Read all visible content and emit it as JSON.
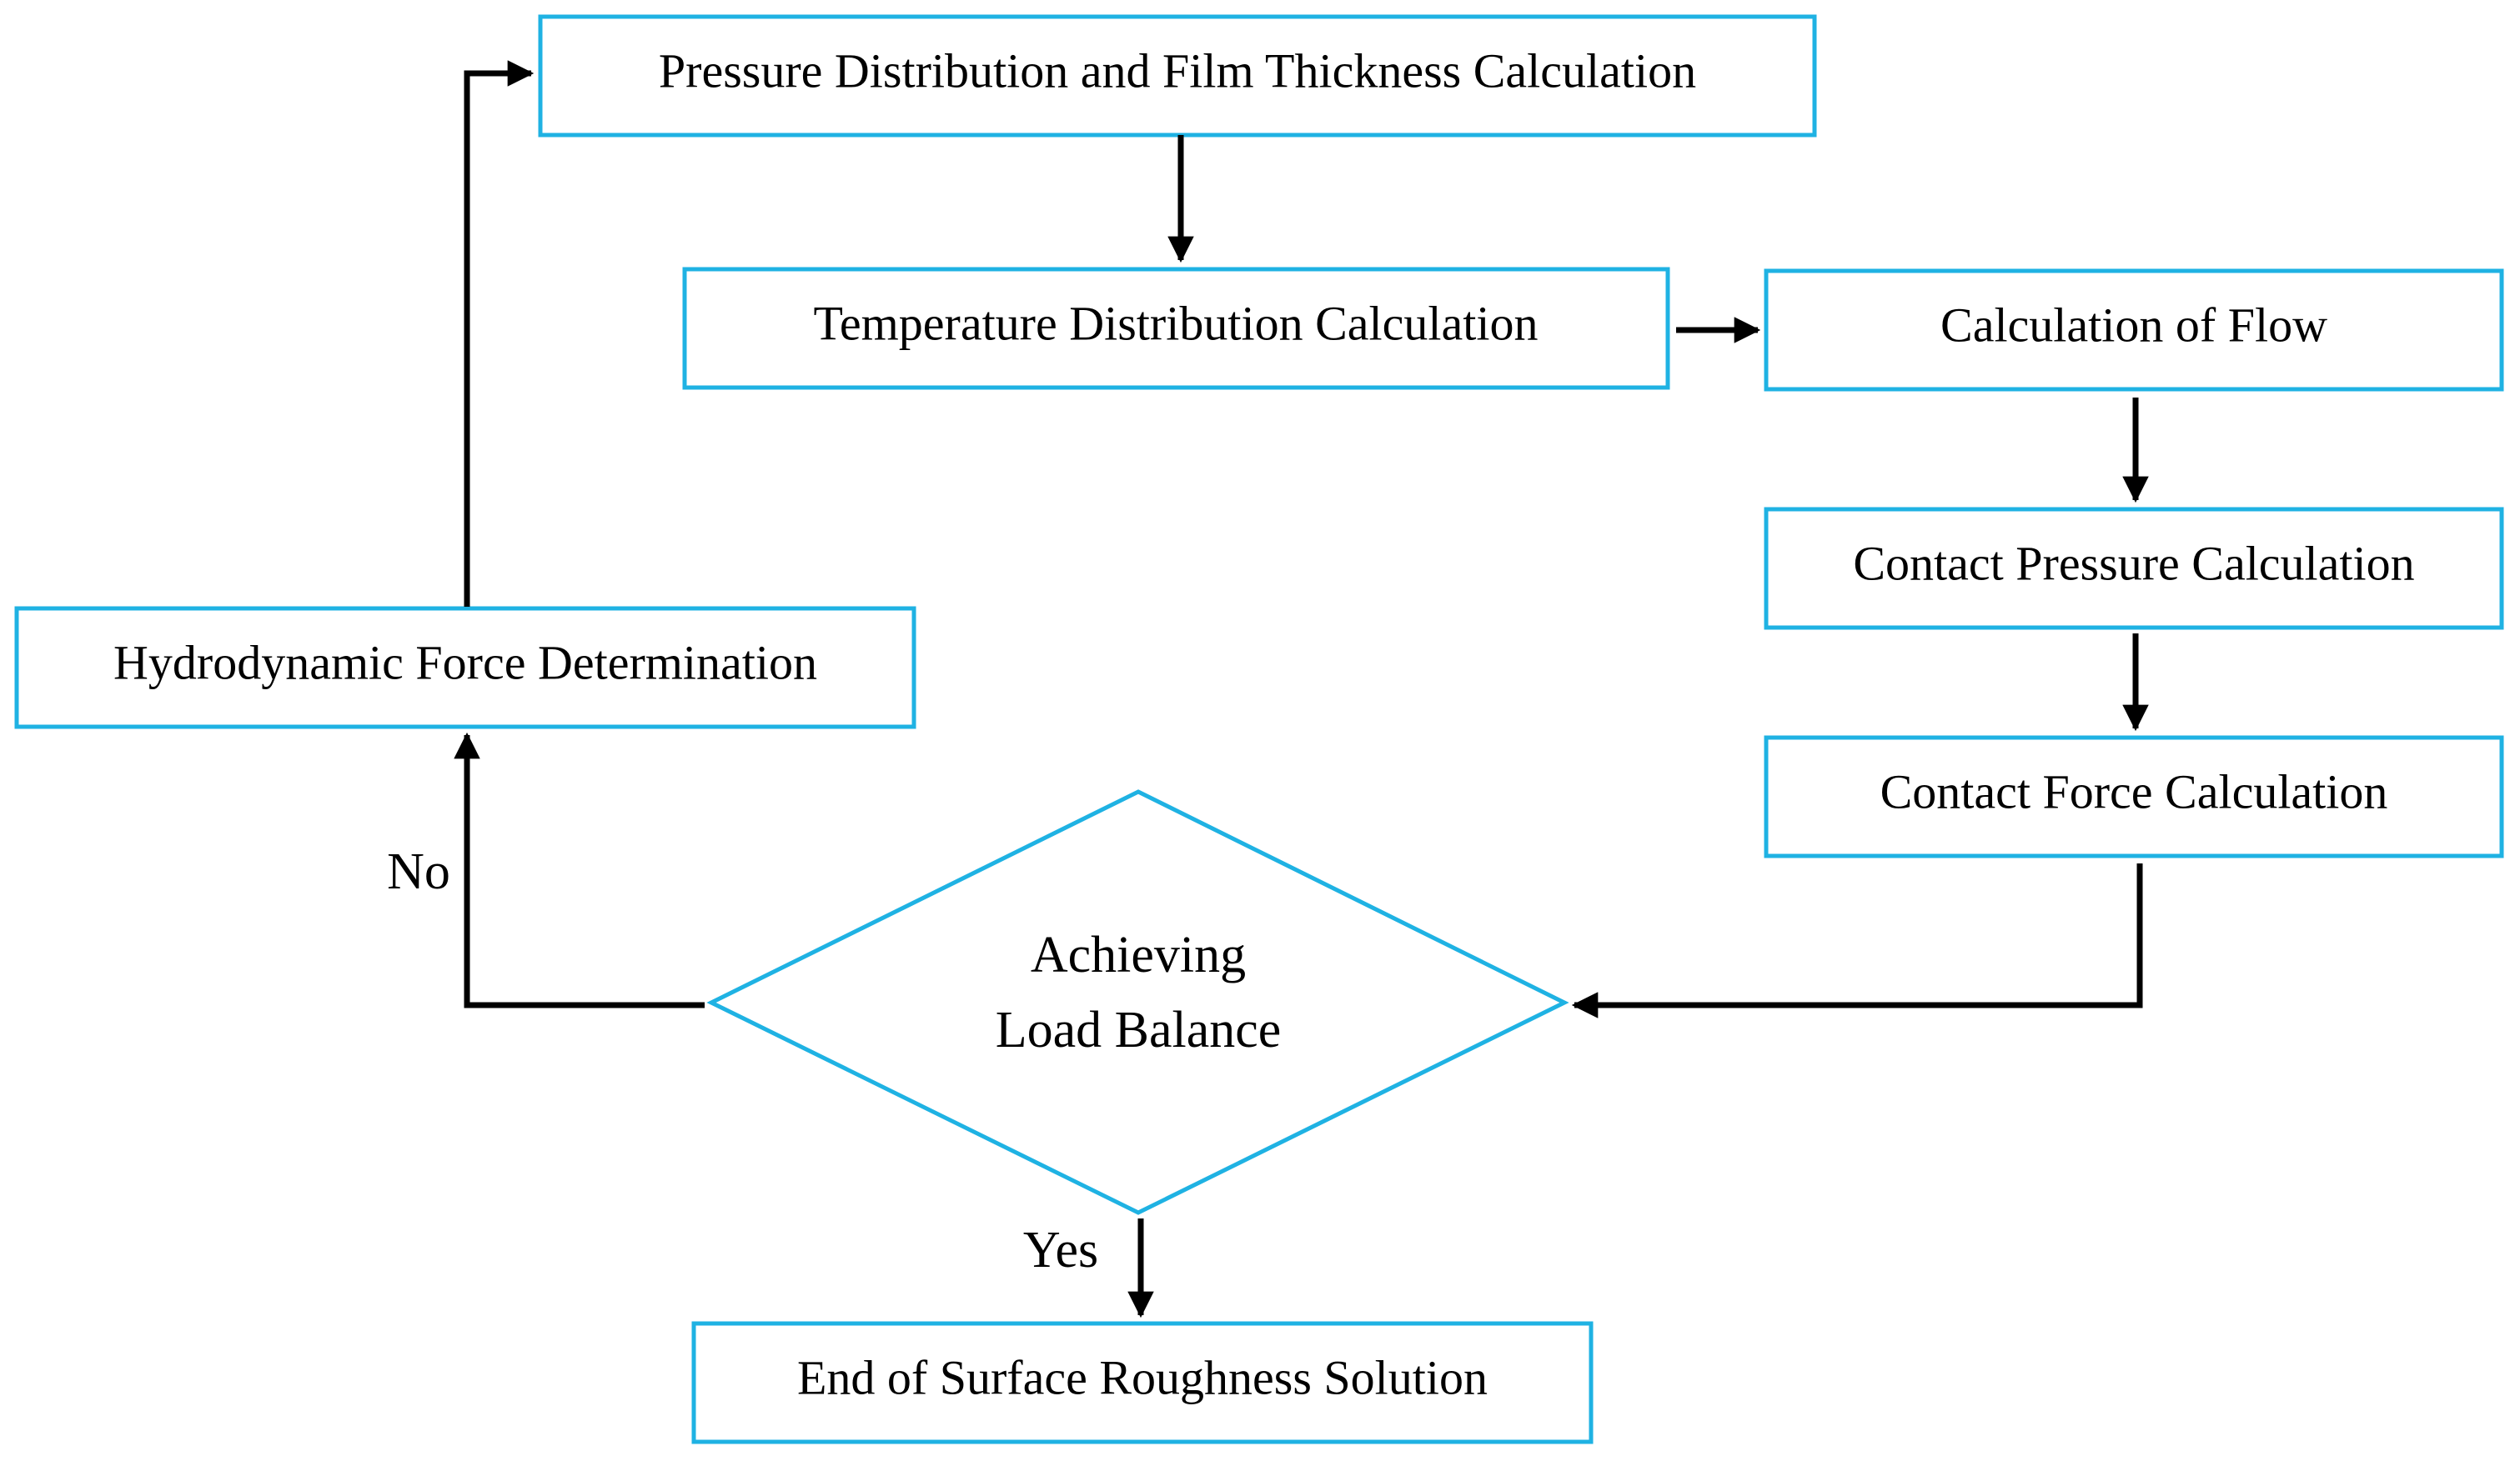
{
  "nodes": {
    "pressure": {
      "label": "Pressure Distribution and Film Thickness Calculation"
    },
    "temperature": {
      "label": "Temperature Distribution Calculation"
    },
    "flow": {
      "label": "Calculation of Flow"
    },
    "contact_pressure": {
      "label": "Contact Pressure Calculation"
    },
    "contact_force": {
      "label": "Contact Force Calculation"
    },
    "hydrodynamic": {
      "label": "Hydrodynamic Force Determination"
    },
    "decision": {
      "label_line1": "Achieving",
      "label_line2": "Load Balance"
    },
    "end": {
      "label": "End of Surface Roughness Solution"
    }
  },
  "edges": {
    "no_label": "No",
    "yes_label": "Yes"
  },
  "colors": {
    "box_border": "#1fb2e3",
    "arrow": "#000000"
  }
}
